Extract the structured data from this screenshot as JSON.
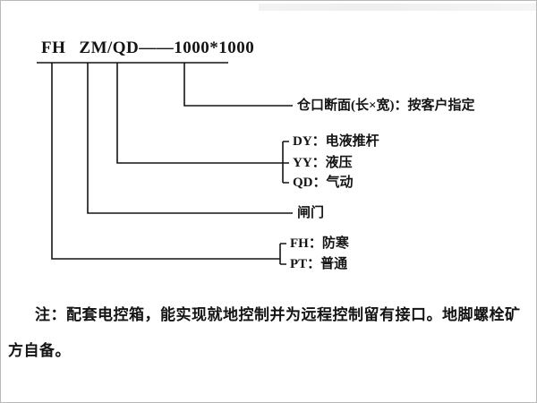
{
  "diagram": {
    "model": {
      "series": "FH",
      "gate_code": "ZM/QD",
      "dash": "——",
      "size": "1000*1000"
    },
    "callouts": {
      "section": "仓口断面(长×宽)：按客户指定",
      "drives": [
        {
          "code": "DY",
          "text": "DY：电液推杆"
        },
        {
          "code": "YY",
          "text": "YY：液压"
        },
        {
          "code": "QD",
          "text": "QD：气动"
        }
      ],
      "gate": "闸门",
      "types": [
        {
          "code": "FH",
          "text": "FH：防寒"
        },
        {
          "code": "PT",
          "text": "PT：普通"
        }
      ]
    },
    "note": {
      "line1": "注：配套电控箱，能实现就地控制并为远程控制留有接口。地脚螺栓矿",
      "line2": "方自备。"
    }
  }
}
